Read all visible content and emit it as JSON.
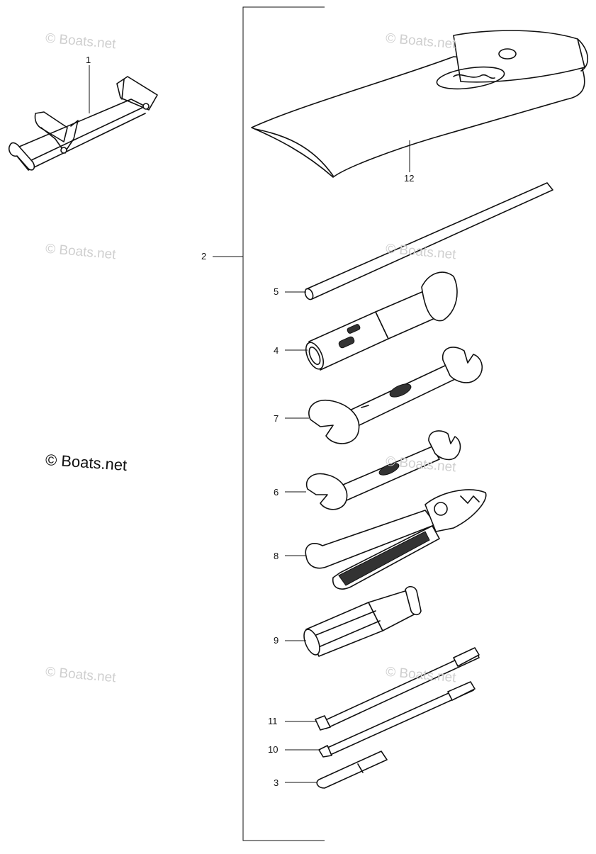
{
  "callouts": {
    "c1": "1",
    "c2": "2",
    "c3": "3",
    "c4": "4",
    "c5": "5",
    "c6": "6",
    "c7": "7",
    "c8": "8",
    "c9": "9",
    "c10": "10",
    "c11": "11",
    "c12": "12"
  },
  "watermark": {
    "faint": "© Boats.net",
    "main": "© Boats.net"
  }
}
